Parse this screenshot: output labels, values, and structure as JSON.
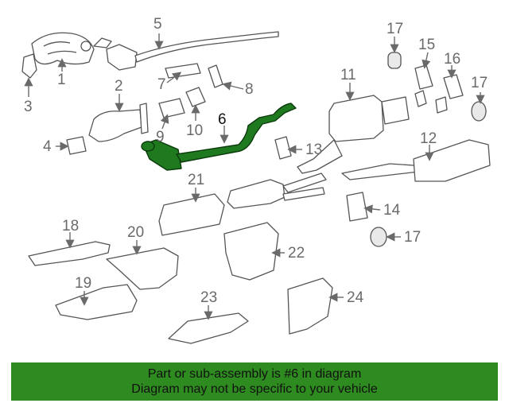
{
  "diagram": {
    "highlighted_part": "6",
    "callouts": {
      "c1": "1",
      "c2": "2",
      "c3": "3",
      "c4": "4",
      "c5": "5",
      "c6": "6",
      "c7": "7",
      "c8": "8",
      "c9": "9",
      "c10": "10",
      "c11": "11",
      "c12": "12",
      "c13": "13",
      "c14": "14",
      "c15": "15",
      "c16": "16",
      "c17a": "17",
      "c17b": "17",
      "c17c": "17",
      "c18": "18",
      "c19": "19",
      "c20": "20",
      "c21": "21",
      "c22": "22",
      "c23": "23",
      "c24": "24"
    },
    "highlight_color": "#2e8b1f"
  },
  "banner": {
    "line1": "Part or sub-assembly is #6 in diagram",
    "line2": "Diagram may not be specific to your vehicle"
  }
}
